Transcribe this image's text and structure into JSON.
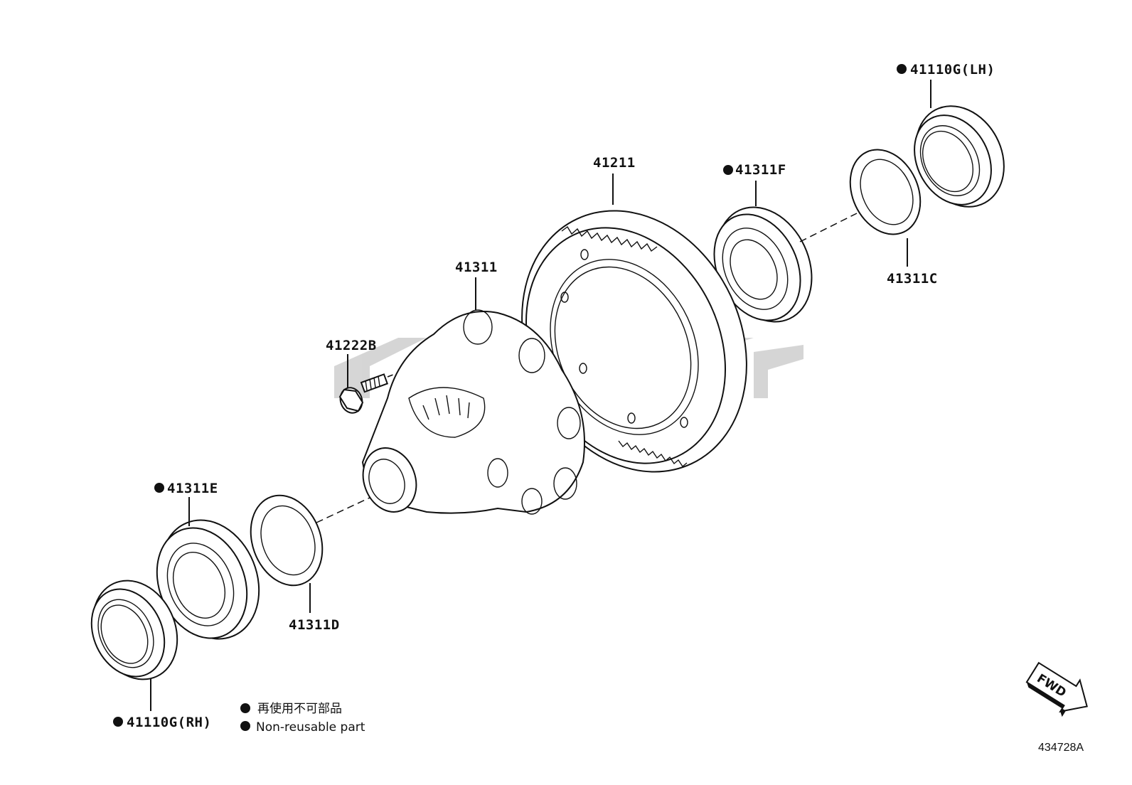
{
  "labels": {
    "seal_lh": "41110G(LH)",
    "ring_gear": "41211",
    "bearing_f": "41311F",
    "case": "41311",
    "washer_c": "41311C",
    "bolt": "41222B",
    "bearing_e": "41311E",
    "washer_d": "41311D",
    "seal_rh": "41110G(RH)"
  },
  "legend": {
    "line_jp": "再使用不可部品",
    "line_en": "Non-reusable part"
  },
  "direction_label": "FWD",
  "diagram_code": "434728A"
}
